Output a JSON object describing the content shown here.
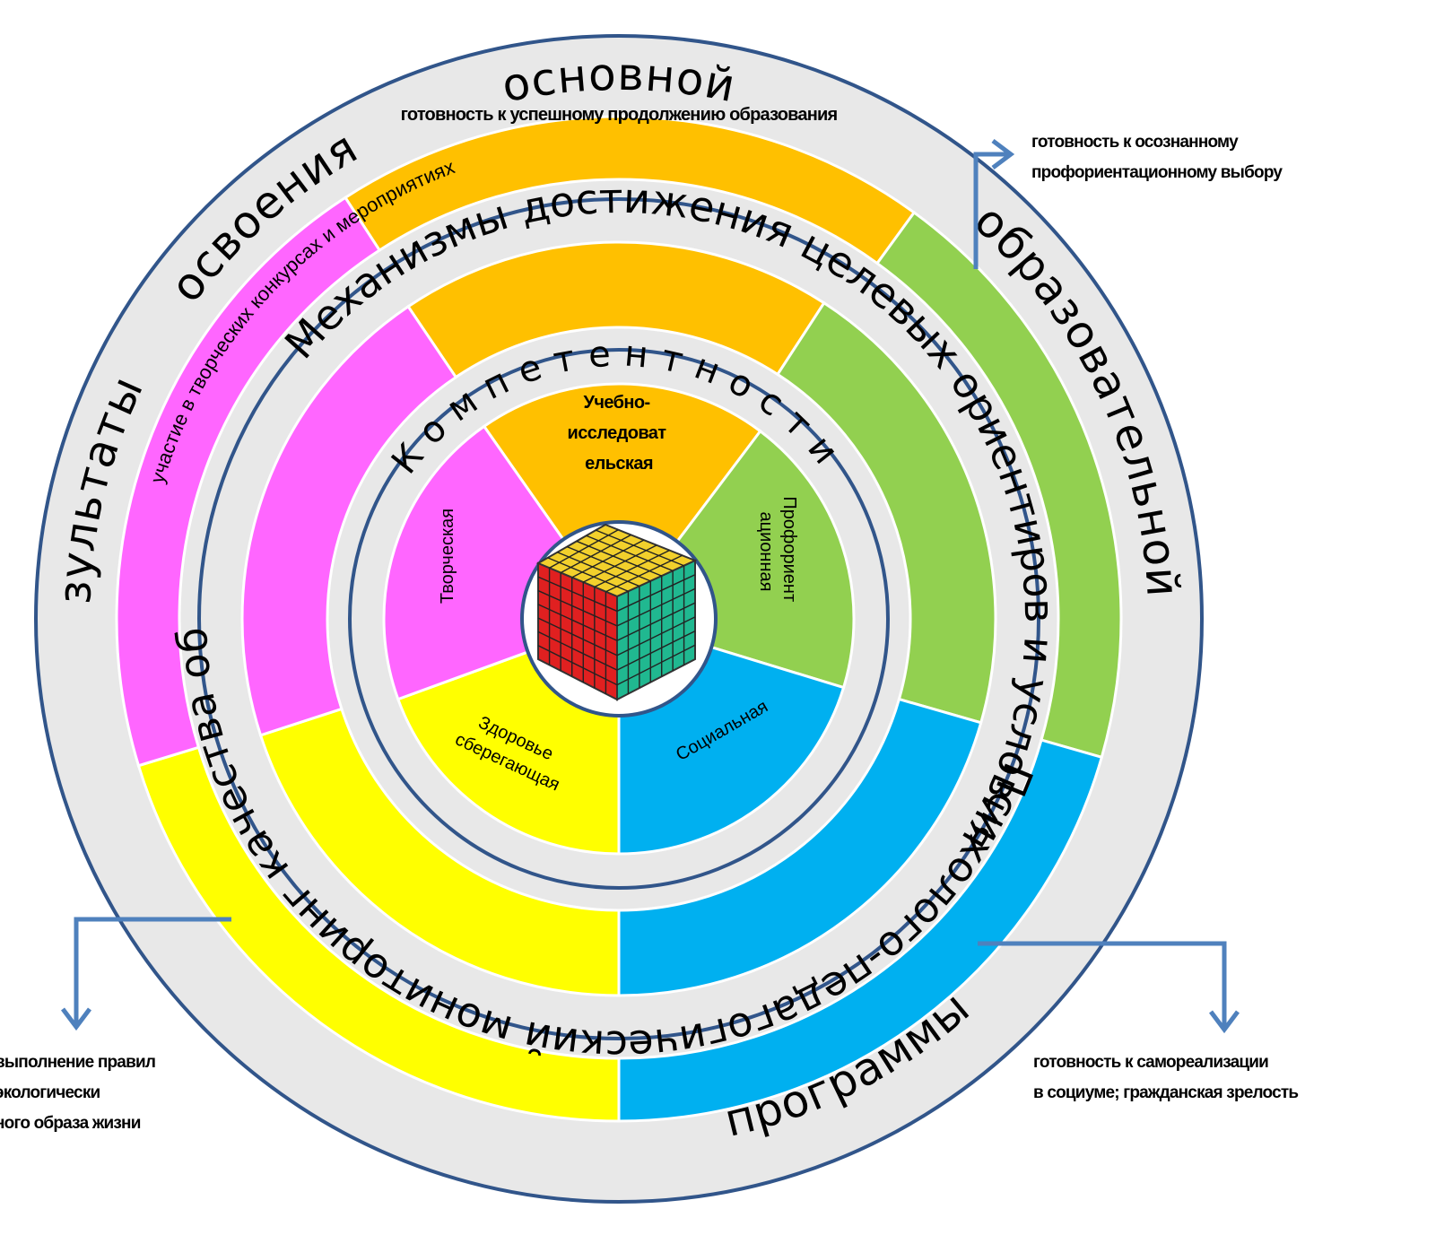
{
  "ring_labels": {
    "outer": [
      "освоения",
      "основной",
      "образовательной",
      "программы",
      "Результаты"
    ],
    "middle": [
      "Психолого-педагогический мониторинг качества образования",
      "Механизмы достижения целевых ориентиров и условия"
    ],
    "inner": "Компетентности"
  },
  "outer_segments": {
    "orange": "готовность к успешному продолжению образования",
    "magenta": "участие в творческих конкурсах и мероприятиях"
  },
  "core_segments": {
    "orange": "Учебно-исследовательская",
    "orange_lines": [
      "Учебно-",
      "исследоват",
      "ельская"
    ],
    "magenta": "Творческая",
    "green_lines": [
      "Профориент",
      "ационная"
    ],
    "blue": "Социальная",
    "yellow_lines": [
      "Здоровье",
      "сберегающая"
    ]
  },
  "callouts": {
    "top_right": [
      "готовность к осознанному",
      "профориентационному выбору"
    ],
    "bottom_right": [
      "готовность к самореализации",
      "в социуме; гражданская зрелость"
    ],
    "bottom_left": [
      "выполнение правил",
      "экологически",
      "ного образа жизни"
    ]
  },
  "colors": {
    "orange": "#FFC000",
    "green": "#92D050",
    "blue": "#00B0F0",
    "yellow": "#FFFF00",
    "magenta": "#FF66FF",
    "gray": "#E8E8E8",
    "stroke": "#31558A",
    "arrow": "#4F81BD"
  }
}
